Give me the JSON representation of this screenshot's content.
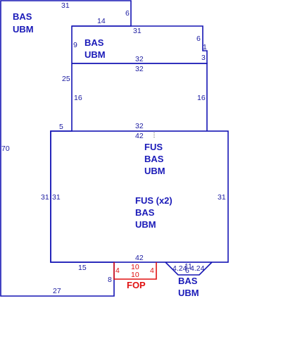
{
  "sketch": {
    "areas": {
      "outer_bas": {
        "line1": "BAS",
        "line2": "UBM"
      },
      "upper_bas": {
        "line1": "BAS",
        "line2": "UBM"
      },
      "main_fus": {
        "line1": "FUS",
        "line2": "BAS",
        "line3": "UBM"
      },
      "main_fus_x2": {
        "line1": "FUS (x2)",
        "line2": "BAS",
        "line3": "UBM"
      },
      "fop": {
        "line1": "FOP"
      },
      "bay_bas": {
        "line1": "BAS",
        "line2": "UBM"
      }
    },
    "dims": {
      "outer_top": "31",
      "outer_right_small": "6",
      "outer_step": "14",
      "outer_left": "70",
      "outer_bottom": "27",
      "outer_bottom_right": "8",
      "upper_top": "31",
      "upper_left": "9",
      "upper_right": "6",
      "upper_step_right": "1",
      "upper_right_lower": "3",
      "upper_bottom": "32",
      "mid_top": "32",
      "mid_left_outer": "25",
      "mid_left": "16",
      "mid_right": "16",
      "mid_bottom": "32",
      "mid_step_left": "5",
      "main_top": "42",
      "main_left_outer": "31",
      "main_left": "31",
      "main_right": "31",
      "main_bottom": "42",
      "main_bottom_left": "15",
      "fop_left": "4",
      "fop_top": "10",
      "fop_bottom": "10",
      "fop_right": "4",
      "bay_left": "4.24",
      "bay_top": "11",
      "bay_right": "4.24",
      "bay_bottom": "6"
    }
  }
}
